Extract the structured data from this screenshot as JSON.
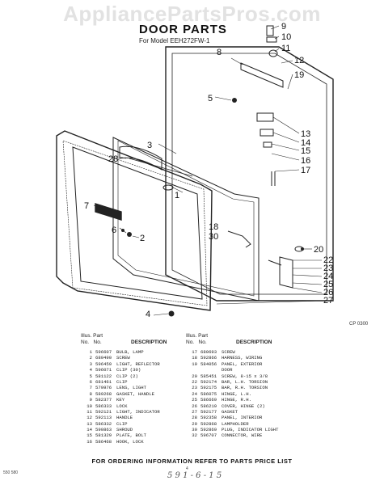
{
  "watermark": "AppliancePartsPros.com",
  "title": "DOOR PARTS",
  "subtitle": "For Model EEH272FW-1",
  "callouts": [
    "1",
    "2",
    "3",
    "4",
    "5",
    "6",
    "7",
    "8",
    "9",
    "10",
    "11",
    "12",
    "13",
    "14",
    "15",
    "16",
    "17",
    "18",
    "19",
    "20",
    "22",
    "23",
    "24",
    "25",
    "26",
    "27",
    "28",
    "30"
  ],
  "part_code": "CP 0300",
  "table": {
    "header_line1": "Illus. Part",
    "header_no": "No.",
    "header_part": "No.",
    "header_desc": "DESCRIPTION",
    "left_rows": [
      {
        "no": "1",
        "part": "596607",
        "desc": "BULB, LAMP"
      },
      {
        "no": "2",
        "part": "680490",
        "desc": "SCREW"
      },
      {
        "no": "3",
        "part": "596459",
        "desc": "LIGHT, REFLECTOR"
      },
      {
        "no": "4",
        "part": "596071",
        "desc": "CLIP (30)"
      },
      {
        "no": "5",
        "part": "581122",
        "desc": "CLIP (2)"
      },
      {
        "no": "6",
        "part": "681461",
        "desc": "CLIP"
      },
      {
        "no": "7",
        "part": "579976",
        "desc": "LENS, LIGHT"
      },
      {
        "no": "8",
        "part": "589268",
        "desc": "GASKET, HANDLE"
      },
      {
        "no": "9",
        "part": "582377",
        "desc": "KEY"
      },
      {
        "no": "10",
        "part": "586333",
        "desc": "LOCK"
      },
      {
        "no": "11",
        "part": "592121",
        "desc": "LIGHT, INDICATOR"
      },
      {
        "no": "12",
        "part": "592113",
        "desc": "HANDLE"
      },
      {
        "no": "13",
        "part": "586332",
        "desc": "CLIP"
      },
      {
        "no": "14",
        "part": "590863",
        "desc": "SHROUD"
      },
      {
        "no": "15",
        "part": "581329",
        "desc": "PLATE, BOLT"
      },
      {
        "no": "16",
        "part": "586468",
        "desc": "HOOK, LOCK"
      }
    ],
    "right_rows": [
      {
        "no": "17",
        "part": "680693",
        "desc": "SCREW"
      },
      {
        "no": "18",
        "part": "592866",
        "desc": "HARNESS, WIRING"
      },
      {
        "no": "19",
        "part": "584056",
        "desc": "PANEL, EXTERIOR"
      },
      {
        "no": "",
        "part": "",
        "desc": "DOOR"
      },
      {
        "no": "20",
        "part": "585451",
        "desc": "SCREW, 8-15 x 3/8"
      },
      {
        "no": "22",
        "part": "592174",
        "desc": "BAR, L.H. TORSION"
      },
      {
        "no": "23",
        "part": "592175",
        "desc": "BAR, R.H. TORSION"
      },
      {
        "no": "24",
        "part": "586075",
        "desc": "HINGE, L.H."
      },
      {
        "no": "25",
        "part": "586669",
        "desc": "HINGE, R.H."
      },
      {
        "no": "26",
        "part": "586219",
        "desc": "COVER, HINGE (2)"
      },
      {
        "no": "27",
        "part": "592177",
        "desc": "GASKET"
      },
      {
        "no": "28",
        "part": "592358",
        "desc": "PANEL, INTERIOR"
      },
      {
        "no": "29",
        "part": "592868",
        "desc": "LAMPHOLDER"
      },
      {
        "no": "30",
        "part": "592869",
        "desc": "PLUG, INDICATOR LIGHT"
      },
      {
        "no": "32",
        "part": "596707",
        "desc": "CONNECTOR, WIRE"
      }
    ]
  },
  "footer_note": "FOR ORDERING INFORMATION REFER TO PARTS PRICE LIST",
  "page_number": "4",
  "handwritten": "5 9 1 - 6 - 1 5",
  "corner_code": "550 580"
}
